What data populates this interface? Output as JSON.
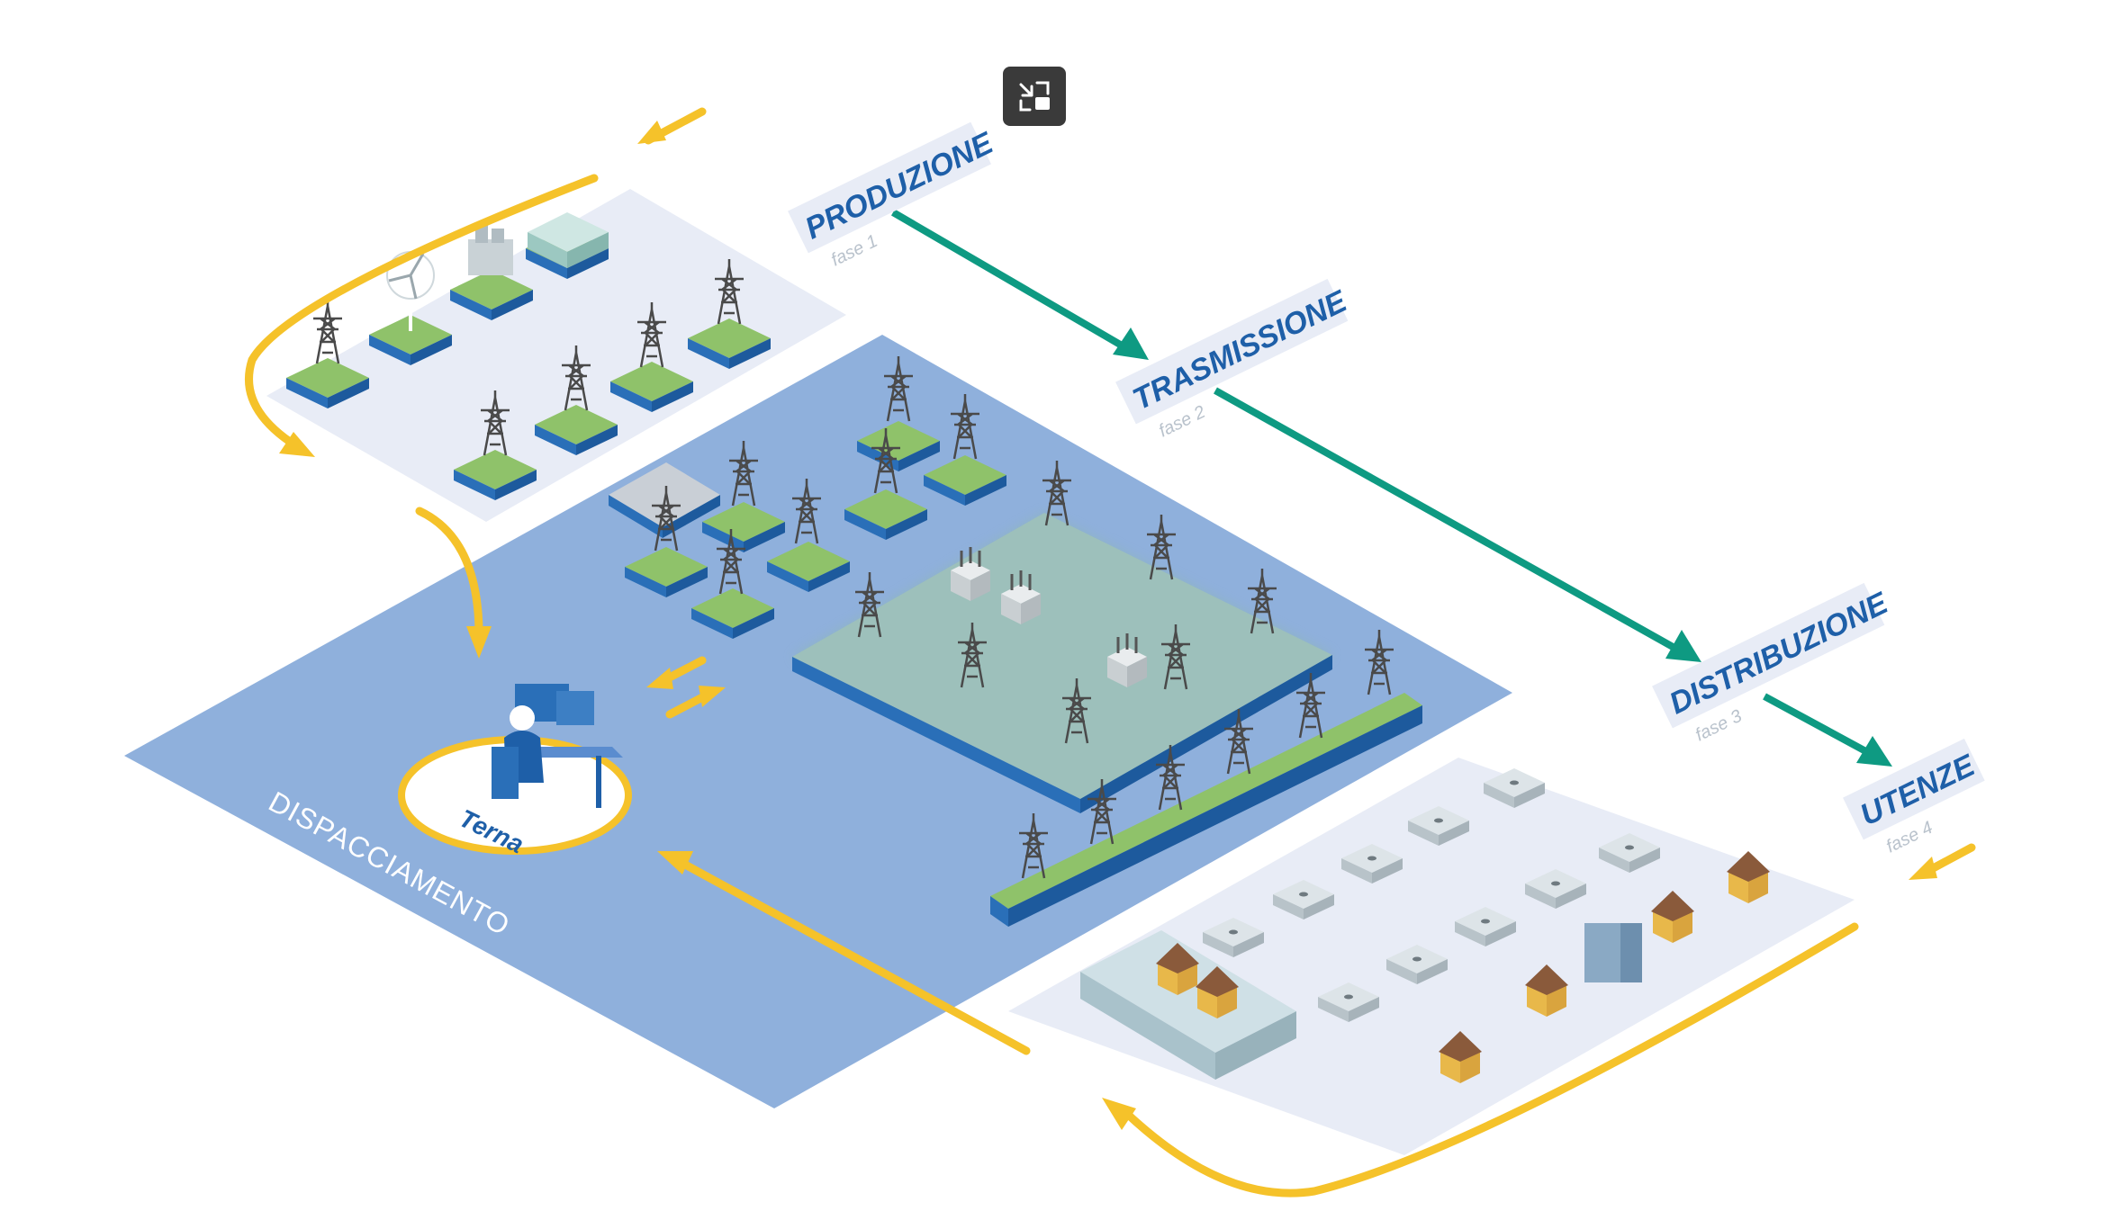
{
  "toolbar": {
    "exit_fullscreen_icon": "exit-fullscreen-icon"
  },
  "phases": [
    {
      "label": "PRODUZIONE",
      "sub": "fase 1"
    },
    {
      "label": "TRASMISSIONE",
      "sub": "fase 2"
    },
    {
      "label": "DISTRIBUZIONE",
      "sub": "fase 3"
    },
    {
      "label": "UTENZE",
      "sub": "fase 4"
    }
  ],
  "dispatch": {
    "label": "DISPACCIAMENTO"
  },
  "logo": {
    "text": "Terna"
  },
  "colors": {
    "flow_teal": "#0e9a82",
    "flow_yellow": "#f5c22a",
    "dispatch_blue": "#8fb0dc",
    "trans_blue": "#6f95d4",
    "panel_light": "#e8ecf6",
    "grass": "#8fc26a",
    "label_blue": "#1e5fa8"
  }
}
